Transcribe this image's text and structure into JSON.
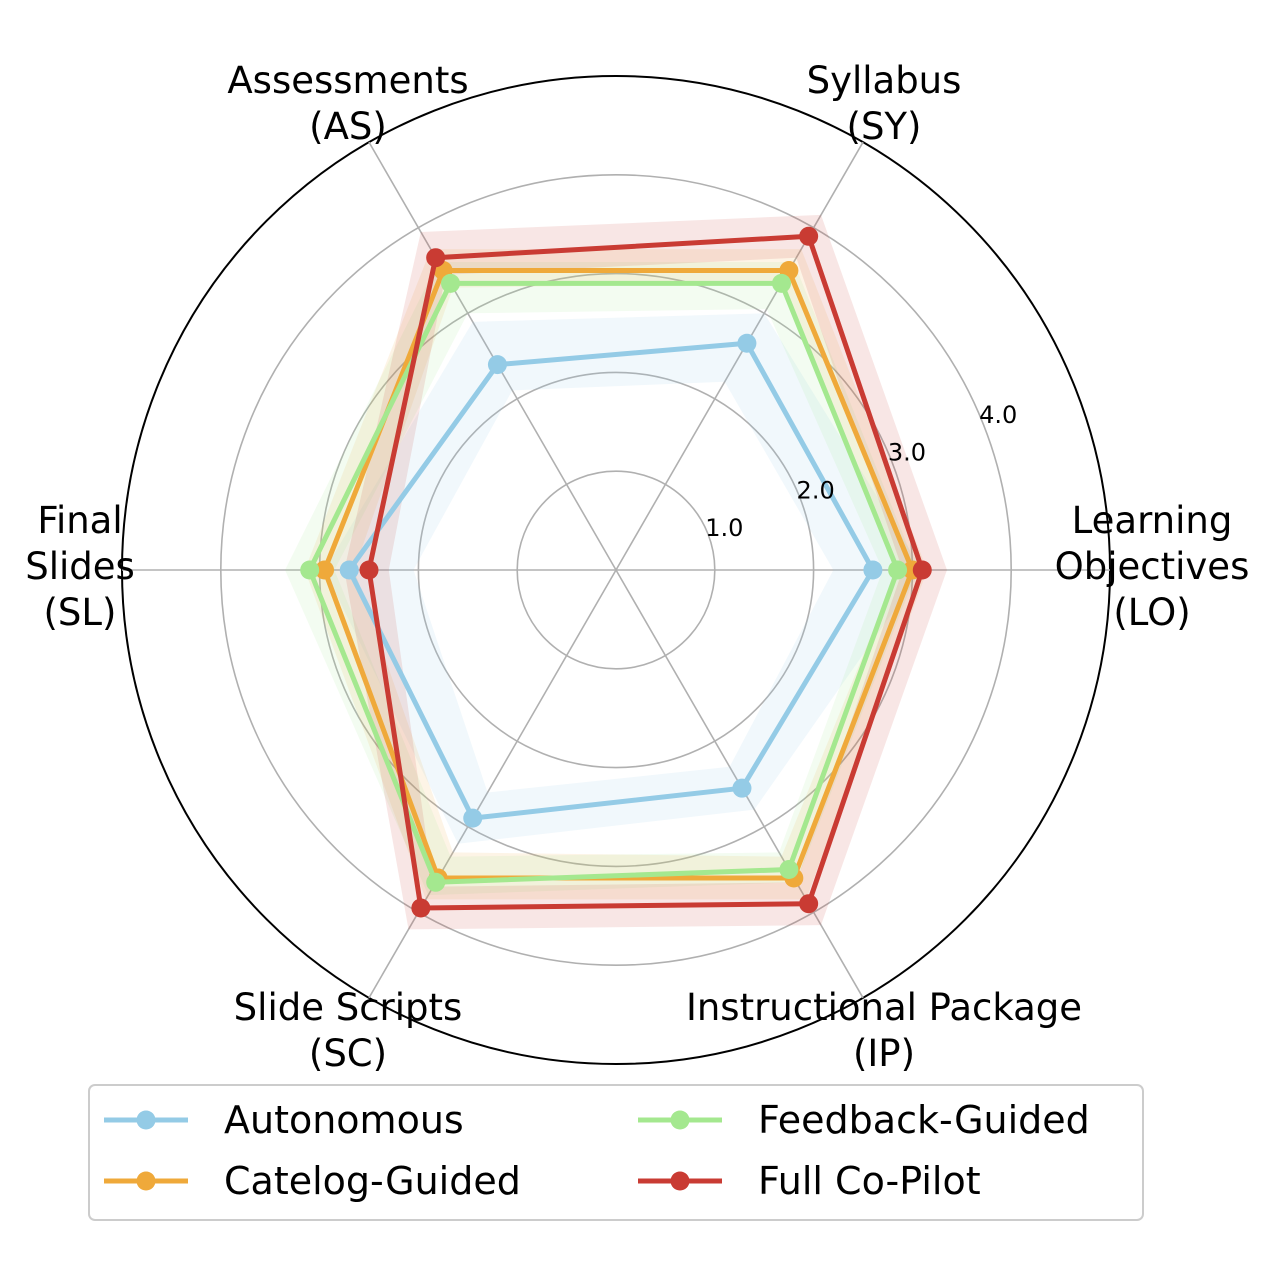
{
  "chart_data": {
    "type": "radar",
    "axes": [
      {
        "name": "Learning\nObjectives\n(LO)"
      },
      {
        "name": "Syllabus\n(SY)"
      },
      {
        "name": "Assessments\n(AS)"
      },
      {
        "name": "Final\nSlides\n(SL)"
      },
      {
        "name": "Slide Scripts\n(SC)"
      },
      {
        "name": "Instructional Package\n(IP)"
      }
    ],
    "rlim": [
      0,
      5
    ],
    "rticks": [
      1.0,
      2.0,
      3.0,
      4.0,
      5.0
    ],
    "rtick_labels": [
      "1.0",
      "2.0",
      "3.0",
      "4.0"
    ],
    "grid": true,
    "legend_position": "bottom",
    "series": [
      {
        "name": "Autonomous",
        "color": "#94cbe6",
        "values": [
          2.6,
          2.65,
          2.4,
          2.7,
          2.9,
          2.55
        ],
        "band_low": [
          2.2,
          2.2,
          2.1,
          2.05,
          2.6,
          2.3
        ],
        "band_high": [
          3.1,
          3.0,
          2.9,
          2.95,
          3.2,
          2.8
        ]
      },
      {
        "name": "Catelog-Guided",
        "color": "#efa93a",
        "values": [
          3.0,
          3.5,
          3.5,
          2.95,
          3.6,
          3.6
        ],
        "band_low": [
          2.85,
          3.35,
          3.3,
          2.65,
          3.3,
          3.35
        ],
        "band_high": [
          3.15,
          3.75,
          3.75,
          3.15,
          3.85,
          3.85
        ]
      },
      {
        "name": "Feedback-Guided",
        "color": "#a4e88f",
        "values": [
          2.85,
          3.35,
          3.35,
          3.1,
          3.65,
          3.5
        ],
        "band_low": [
          2.7,
          3.05,
          3.0,
          2.85,
          3.35,
          3.3
        ],
        "band_high": [
          3.05,
          3.6,
          3.6,
          3.35,
          3.8,
          3.65
        ]
      },
      {
        "name": "Full Co-Pilot",
        "color": "#c93b33",
        "values": [
          3.1,
          3.9,
          3.65,
          2.5,
          3.95,
          3.9
        ],
        "band_low": [
          2.9,
          3.65,
          3.45,
          2.3,
          3.7,
          3.65
        ],
        "band_high": [
          3.35,
          4.15,
          3.95,
          2.75,
          4.2,
          4.15
        ]
      }
    ]
  }
}
